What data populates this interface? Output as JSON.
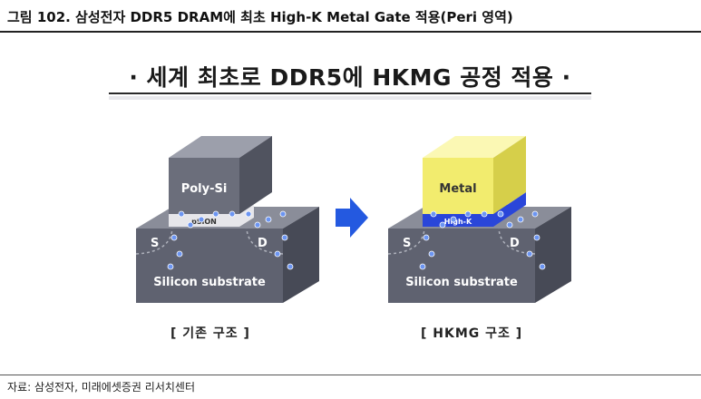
{
  "header": {
    "caption": "그림 102. 삼성전자 DDR5 DRAM에 최초 High-K Metal Gate 적용(Peri 영역)"
  },
  "banner": {
    "title": "· 세계 최초로 DDR5에 HKMG 공정 적용 ·"
  },
  "left": {
    "gate": "Poly-Si",
    "dielectric": "pSiON",
    "source": "S",
    "drain": "D",
    "substrate": "Silicon substrate",
    "caption": "[ 기존 구조 ]"
  },
  "right": {
    "gate": "Metal",
    "dielectric": "High-K",
    "source": "S",
    "drain": "D",
    "substrate": "Silicon substrate",
    "caption": "[ HKMG 구조 ]"
  },
  "colors": {
    "substrate_front": "#5f6270",
    "substrate_top": "#8a8d99",
    "substrate_side": "#474a56",
    "polysi_front": "#6b6e7b",
    "polysi_top": "#9c9fab",
    "polysi_side": "#50535f",
    "psion": "#e6e6ea",
    "metal_front": "#f2ec6e",
    "metal_top": "#fbf8b4",
    "metal_side": "#d6cf4a",
    "highk": "#2a46d9",
    "electron": "#6c95f2",
    "arrow": "#2459e0"
  },
  "footer": {
    "source": "자료: 삼성전자, 미래에셋증권 리서치센터"
  }
}
